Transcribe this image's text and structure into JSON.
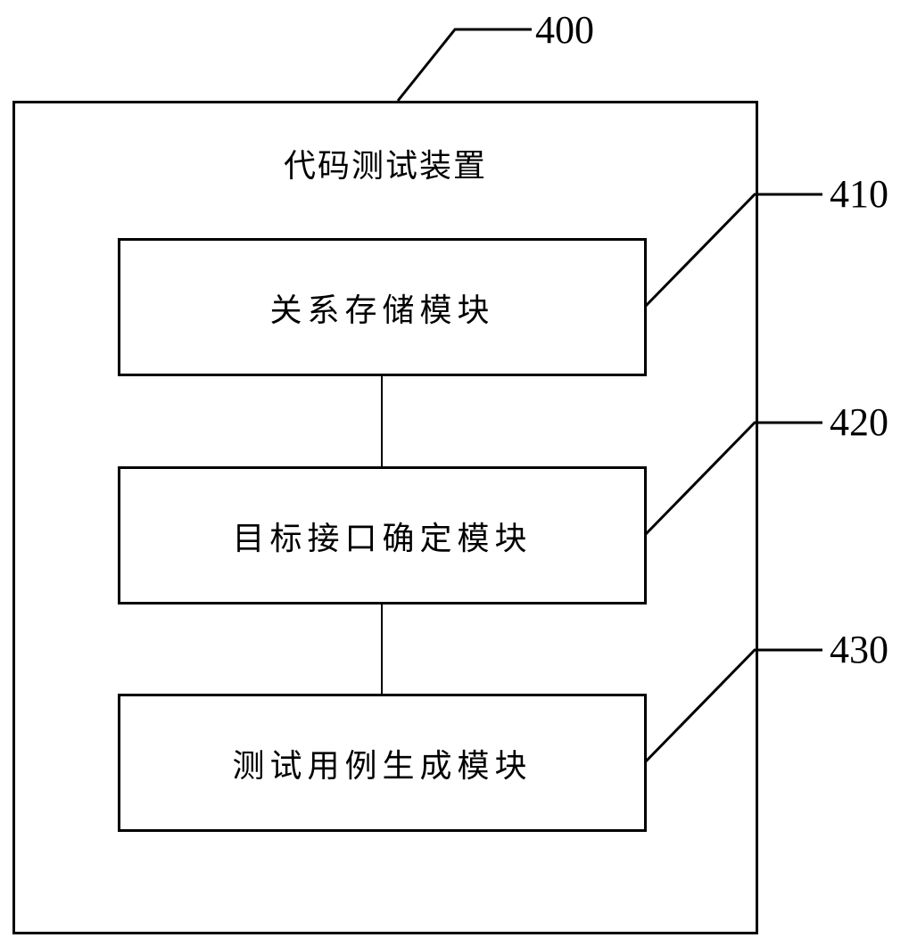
{
  "device": {
    "ref": "400",
    "title": "代码测试装置"
  },
  "modules": [
    {
      "ref": "410",
      "label": "关系存储模块"
    },
    {
      "ref": "420",
      "label": "目标接口确定模块"
    },
    {
      "ref": "430",
      "label": "测试用例生成模块"
    }
  ],
  "colors": {
    "stroke": "#000000",
    "background": "#ffffff"
  }
}
